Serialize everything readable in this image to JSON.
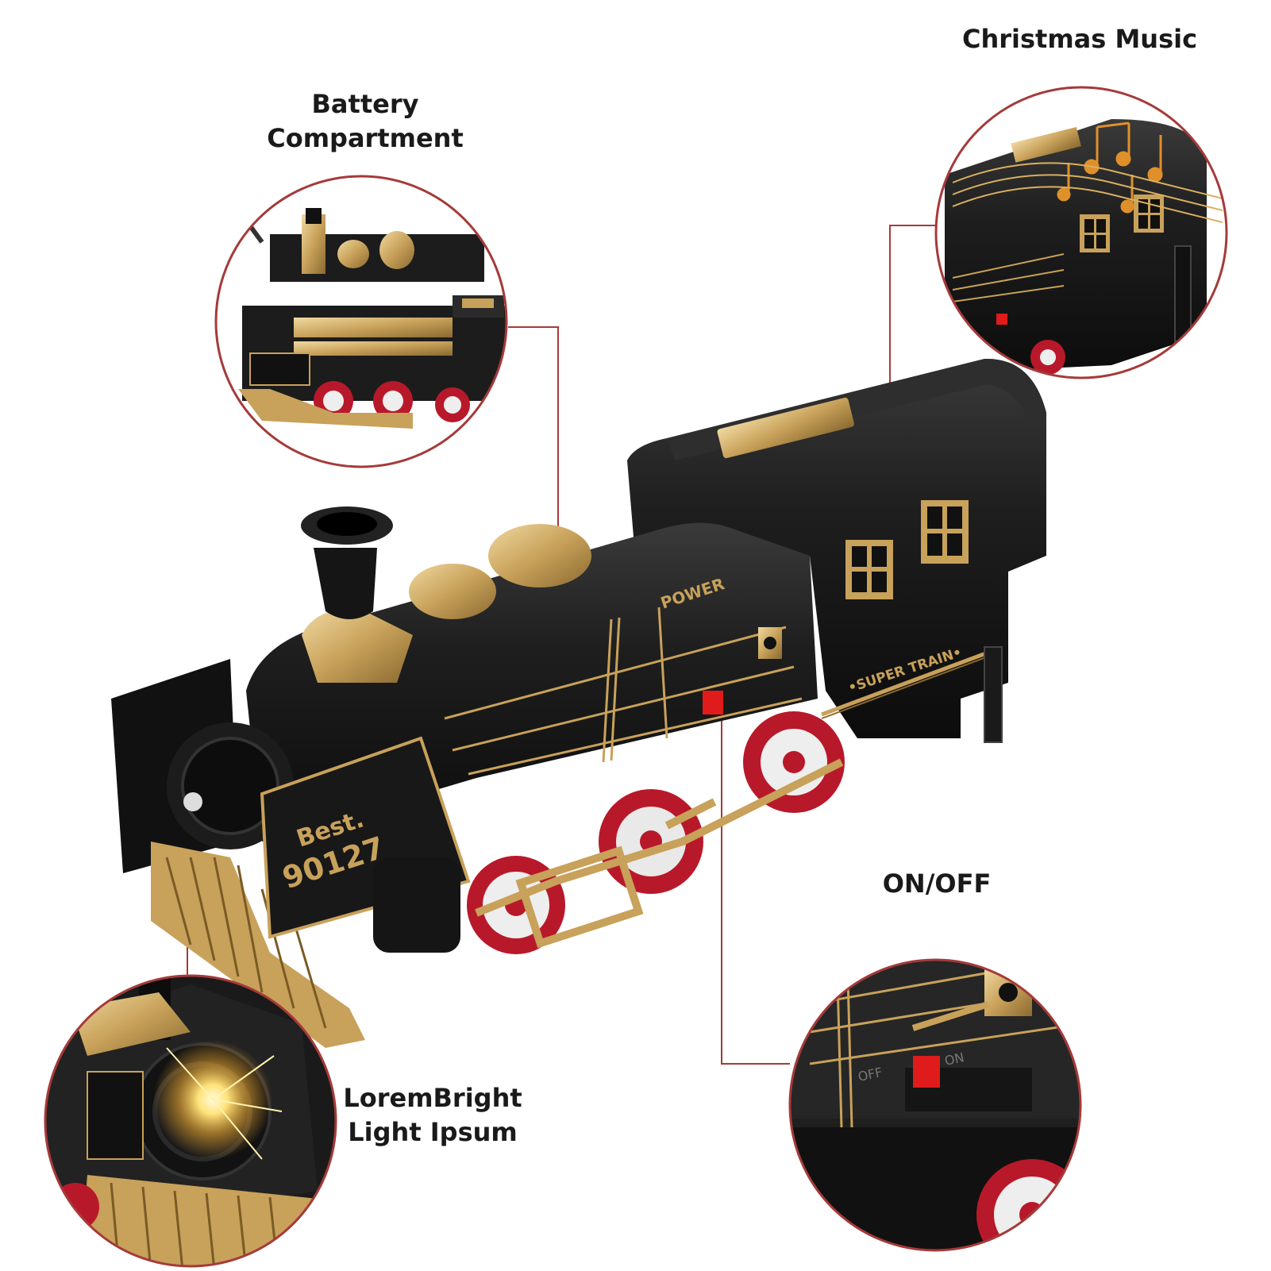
{
  "labels": {
    "battery": [
      "Battery",
      "Compartment"
    ],
    "music": "Christmas Music",
    "onoff": "ON/OFF",
    "light": [
      "LoremBright",
      "Light Ipsum"
    ]
  },
  "train_markings": {
    "plate_line1": "Best.",
    "plate_line2": "90127",
    "power": "POWER",
    "super_train": "•SUPER TRAIN•",
    "switch_off": "OFF",
    "switch_on": "ON"
  },
  "colors": {
    "body": "#1c1c1c",
    "gold": "#c8a15a",
    "wheel_red": "#b8192a",
    "callout_red": "#a53a3a",
    "switch_red": "#e01b1b"
  }
}
